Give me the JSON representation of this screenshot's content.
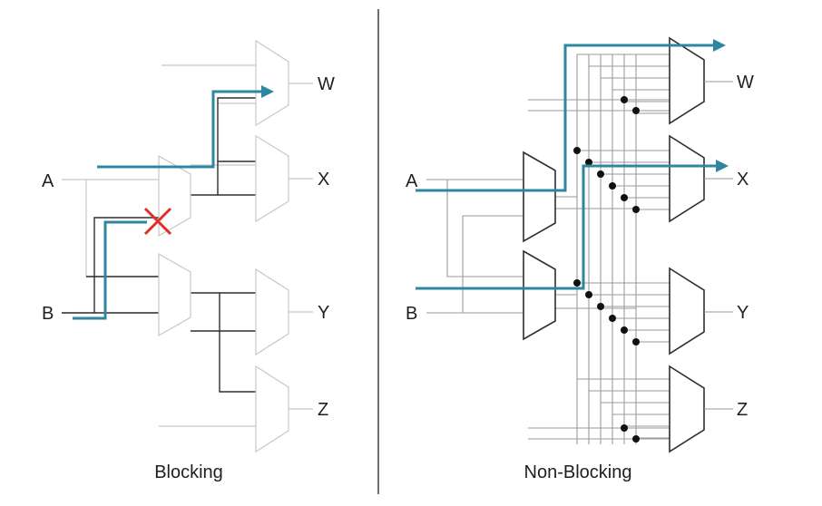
{
  "blocking": {
    "caption": "Blocking",
    "inputs": {
      "a": "A",
      "b": "B"
    },
    "outputs": {
      "w": "W",
      "x": "X",
      "y": "Y",
      "z": "Z"
    }
  },
  "non_blocking": {
    "caption": "Non-Blocking",
    "inputs": {
      "a": "A",
      "b": "B"
    },
    "outputs": {
      "w": "W",
      "x": "X",
      "y": "Y",
      "z": "Z"
    }
  },
  "colors": {
    "path": "#2f86a0",
    "block_mark": "#e0302a",
    "divider": "#707070"
  }
}
